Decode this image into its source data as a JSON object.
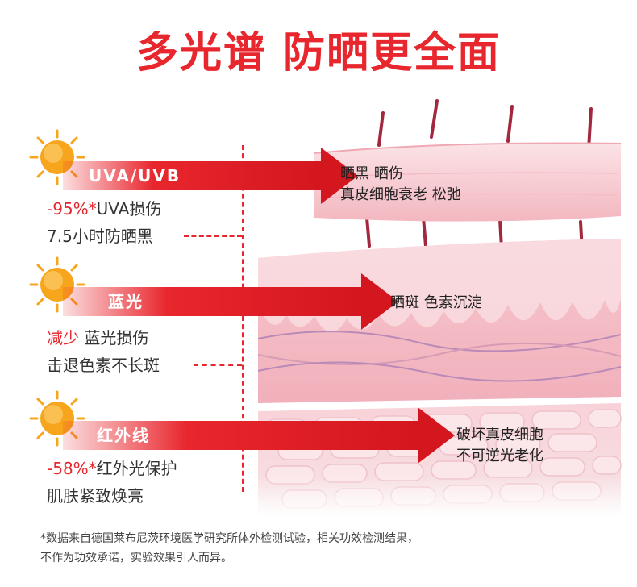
{
  "title": "多光谱 防晒更全面",
  "sections": [
    {
      "band": "UVA/UVB",
      "line1_highlight": "-95%*",
      "line1_rest": "UVA损伤",
      "line2": "7.5小时防晒黑",
      "effect_lines": [
        "晒黑 晒伤",
        "真皮细胞衰老 松弛"
      ]
    },
    {
      "band": "蓝光",
      "line1_highlight": "减少",
      "line1_rest": " 蓝光损伤",
      "line2": "击退色素不长斑",
      "effect_lines": [
        "晒斑  色素沉淀"
      ]
    },
    {
      "band": "红外线",
      "line1_highlight": "-58%*",
      "line1_rest": "红外光保护",
      "line2": "肌肤紧致焕亮",
      "effect_lines": [
        "破坏真皮细胞",
        "不可逆光老化"
      ]
    }
  ],
  "footnote": [
    "*数据来自德国莱布尼茨环境医学研究所体外检测试验，相关功效检测结果，",
    "不作为功效承诺，实验效果引人而异。"
  ],
  "colors": {
    "accent": "#e8262d",
    "sun": "#f7a51c",
    "skin_top": "#f6c6ce",
    "skin_mid": "#f3b8c2",
    "skin_bottom": "#f9d6d9"
  },
  "icons": [
    "sun-icon",
    "arrow-right-icon",
    "skin-layer-illustration"
  ]
}
